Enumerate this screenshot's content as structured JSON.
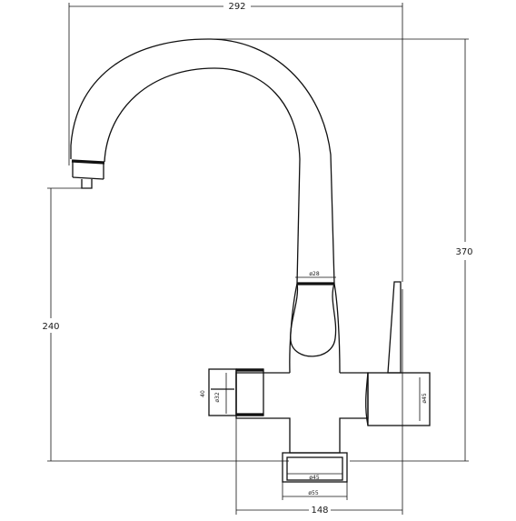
{
  "drawing": {
    "dimensions": {
      "overall_width": "292",
      "overall_height": "370",
      "spout_height": "240",
      "base_width": "148",
      "spout_diameter": "ø28",
      "handle_length": "40",
      "handle_diameter": "ø32",
      "lever_diameter": "ø45",
      "base_inner_diameter": "ø45",
      "base_outer_diameter": "ø55"
    }
  }
}
